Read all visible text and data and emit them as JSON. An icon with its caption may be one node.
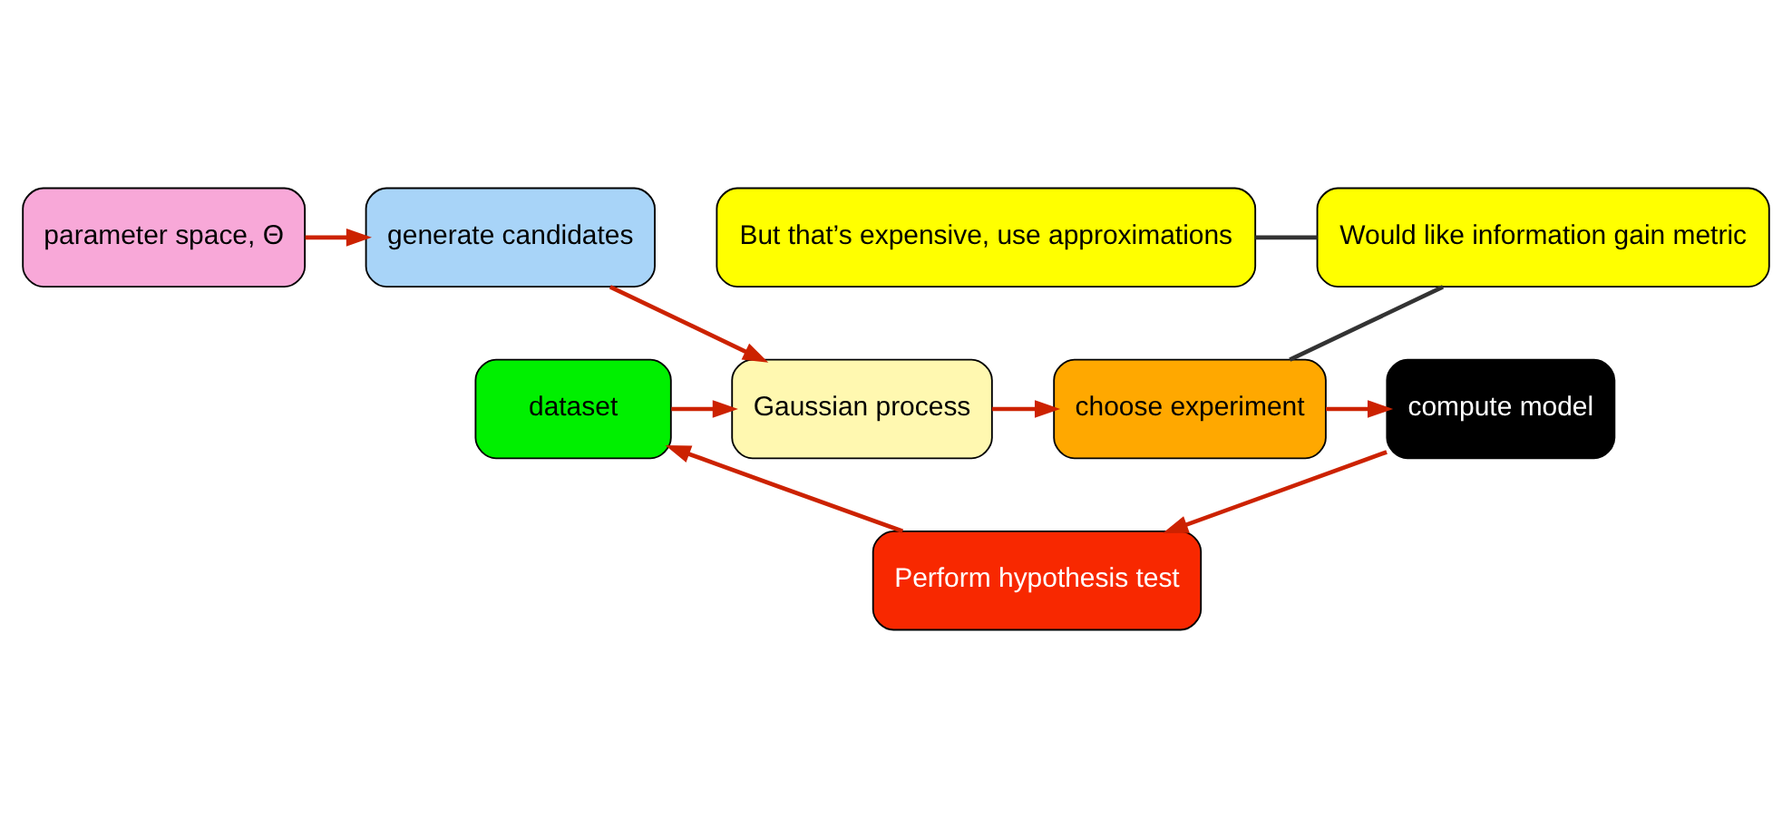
{
  "diagram": {
    "nodes": [
      {
        "text": [
          "parameter space, Θ"
        ]
      },
      {
        "text": [
          "generate candidates"
        ]
      },
      {
        "text": [
          "dataset"
        ]
      },
      {
        "text": [
          "Gaussian process"
        ]
      },
      {
        "text": [
          "choose experiment"
        ]
      },
      {
        "text": [
          "compute model"
        ]
      },
      {
        "text": [
          "Perform hypothesis test"
        ]
      },
      {
        "text": [
          "Would like information gain metric"
        ]
      },
      {
        "text": [
          "But that’s expensive, use approximations"
        ]
      }
    ],
    "edges": [
      {
        "from": 0,
        "to": 1,
        "arrow": "to"
      },
      {
        "from": 1,
        "to": 3,
        "arrow": "to"
      },
      {
        "from": 2,
        "to": 3,
        "arrow": "to"
      },
      {
        "from": 3,
        "to": 4,
        "arrow": "to"
      },
      {
        "from": 4,
        "to": 5,
        "arrow": "to"
      },
      {
        "from": 5,
        "to": 6,
        "arrow": "to"
      },
      {
        "from": 6,
        "to": 2,
        "arrow": "to"
      },
      {
        "from": 7,
        "to": 4,
        "arrow": "none",
        "color": "#333333"
      },
      {
        "from": 8,
        "to": 7,
        "arrow": "none",
        "color": "#333333"
      }
    ]
  }
}
